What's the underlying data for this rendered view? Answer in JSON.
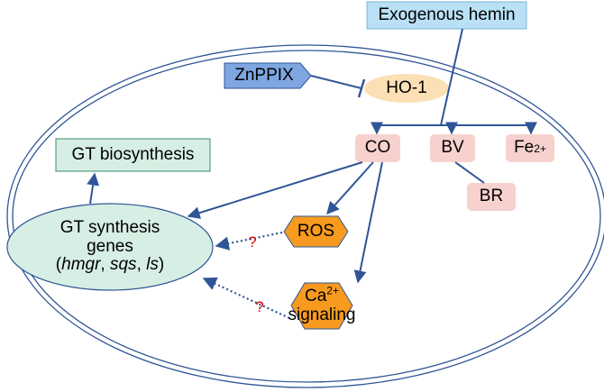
{
  "nodes": {
    "exogenous_hemin": "Exogenous hemin",
    "znppix": "ZnPPIX",
    "ho1": "HO-1",
    "gt_biosynthesis": "GT biosynthesis",
    "co": "CO",
    "bv": "BV",
    "fe": "Fe",
    "fe_charge": "2+",
    "br": "BR",
    "ros": "ROS",
    "gt_genes_line1": "GT synthesis",
    "gt_genes_line2": "genes",
    "gt_genes_hmgr": "hmgr",
    "gt_genes_sqs": "sqs",
    "gt_genes_ls": "ls",
    "ca": "Ca",
    "ca_charge": "2+",
    "signaling": "signaling",
    "question_mark": "?"
  },
  "colors": {
    "blue_box": "#b9e0f5",
    "blue_box_border": "#7fb6d6",
    "znppix_fill": "#7ea6e0",
    "ho1_fill": "#fbe0b5",
    "pink_box": "#f6d1cd",
    "green_box": "#d6eee3",
    "orange_hex": "#f79a1f",
    "arrow": "#2f5597",
    "question": "#e00000"
  }
}
